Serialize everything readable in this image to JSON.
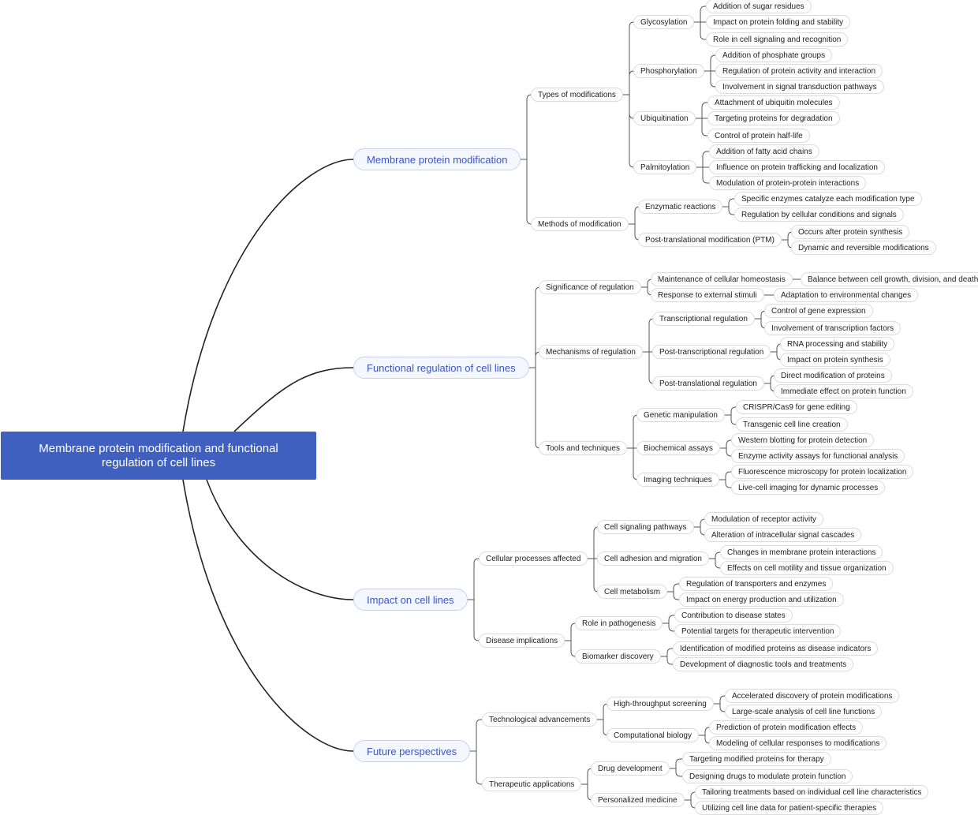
{
  "root": {
    "line1": "Membrane protein modification and functional",
    "line2": "regulation of cell lines"
  },
  "branches": [
    {
      "label": "Membrane protein modification",
      "children": [
        {
          "label": "Types of modifications",
          "children": [
            {
              "label": "Glycosylation",
              "children": [
                {
                  "label": "Addition of sugar residues"
                },
                {
                  "label": "Impact on protein folding and stability"
                },
                {
                  "label": "Role in cell signaling and recognition"
                }
              ]
            },
            {
              "label": "Phosphorylation",
              "children": [
                {
                  "label": "Addition of phosphate groups"
                },
                {
                  "label": "Regulation of protein activity and interaction"
                },
                {
                  "label": "Involvement in signal transduction pathways"
                }
              ]
            },
            {
              "label": "Ubiquitination",
              "children": [
                {
                  "label": "Attachment of ubiquitin molecules"
                },
                {
                  "label": "Targeting proteins for degradation"
                },
                {
                  "label": "Control of protein half-life"
                }
              ]
            },
            {
              "label": "Palmitoylation",
              "children": [
                {
                  "label": "Addition of fatty acid chains"
                },
                {
                  "label": "Influence on protein trafficking and localization"
                },
                {
                  "label": "Modulation of protein-protein interactions"
                }
              ]
            }
          ]
        },
        {
          "label": "Methods of modification",
          "children": [
            {
              "label": "Enzymatic reactions",
              "children": [
                {
                  "label": "Specific enzymes catalyze each modification type"
                },
                {
                  "label": "Regulation by cellular conditions and signals"
                }
              ]
            },
            {
              "label": "Post-translational modification (PTM)",
              "children": [
                {
                  "label": "Occurs after protein synthesis"
                },
                {
                  "label": "Dynamic and reversible modifications"
                }
              ]
            }
          ]
        }
      ]
    },
    {
      "label": "Functional regulation of cell lines",
      "children": [
        {
          "label": "Significance of regulation",
          "children": [
            {
              "label": "Maintenance of cellular homeostasis",
              "children": [
                {
                  "label": "Balance between cell growth, division, and death"
                }
              ]
            },
            {
              "label": "Response to external stimuli",
              "children": [
                {
                  "label": "Adaptation to environmental changes"
                }
              ]
            }
          ]
        },
        {
          "label": "Mechanisms of regulation",
          "children": [
            {
              "label": "Transcriptional regulation",
              "children": [
                {
                  "label": "Control of gene expression"
                },
                {
                  "label": "Involvement of transcription factors"
                }
              ]
            },
            {
              "label": "Post-transcriptional regulation",
              "children": [
                {
                  "label": "RNA processing and stability"
                },
                {
                  "label": "Impact on protein synthesis"
                }
              ]
            },
            {
              "label": "Post-translational regulation",
              "children": [
                {
                  "label": "Direct modification of proteins"
                },
                {
                  "label": "Immediate effect on protein function"
                }
              ]
            }
          ]
        },
        {
          "label": "Tools and techniques",
          "children": [
            {
              "label": "Genetic manipulation",
              "children": [
                {
                  "label": "CRISPR/Cas9 for gene editing"
                },
                {
                  "label": "Transgenic cell line creation"
                }
              ]
            },
            {
              "label": "Biochemical assays",
              "children": [
                {
                  "label": "Western blotting for protein detection"
                },
                {
                  "label": "Enzyme activity assays for functional analysis"
                }
              ]
            },
            {
              "label": "Imaging techniques",
              "children": [
                {
                  "label": "Fluorescence microscopy for protein localization"
                },
                {
                  "label": "Live-cell imaging for dynamic processes"
                }
              ]
            }
          ]
        }
      ]
    },
    {
      "label": "Impact on cell lines",
      "children": [
        {
          "label": "Cellular processes affected",
          "children": [
            {
              "label": "Cell signaling pathways",
              "children": [
                {
                  "label": "Modulation of receptor activity"
                },
                {
                  "label": "Alteration of intracellular signal cascades"
                }
              ]
            },
            {
              "label": "Cell adhesion and migration",
              "children": [
                {
                  "label": "Changes in membrane protein interactions"
                },
                {
                  "label": "Effects on cell motility and tissue organization"
                }
              ]
            },
            {
              "label": "Cell metabolism",
              "children": [
                {
                  "label": "Regulation of transporters and enzymes"
                },
                {
                  "label": "Impact on energy production and utilization"
                }
              ]
            }
          ]
        },
        {
          "label": "Disease implications",
          "children": [
            {
              "label": "Role in pathogenesis",
              "children": [
                {
                  "label": "Contribution to disease states"
                },
                {
                  "label": "Potential targets for therapeutic intervention"
                }
              ]
            },
            {
              "label": "Biomarker discovery",
              "children": [
                {
                  "label": "Identification of modified proteins as disease indicators"
                },
                {
                  "label": "Development of diagnostic tools and treatments"
                }
              ]
            }
          ]
        }
      ]
    },
    {
      "label": "Future perspectives",
      "children": [
        {
          "label": "Technological advancements",
          "children": [
            {
              "label": "High-throughput screening",
              "children": [
                {
                  "label": "Accelerated discovery of protein modifications"
                },
                {
                  "label": "Large-scale analysis of cell line functions"
                }
              ]
            },
            {
              "label": "Computational biology",
              "children": [
                {
                  "label": "Prediction of protein modification effects"
                },
                {
                  "label": "Modeling of cellular responses to modifications"
                }
              ]
            }
          ]
        },
        {
          "label": "Therapeutic applications",
          "children": [
            {
              "label": "Drug development",
              "children": [
                {
                  "label": "Targeting modified proteins for therapy"
                },
                {
                  "label": "Designing drugs to modulate protein function"
                }
              ]
            },
            {
              "label": "Personalized medicine",
              "children": [
                {
                  "label": "Tailoring treatments based on individual cell line characteristics"
                },
                {
                  "label": "Utilizing cell line data for patient-specific therapies"
                }
              ]
            }
          ]
        }
      ]
    }
  ]
}
